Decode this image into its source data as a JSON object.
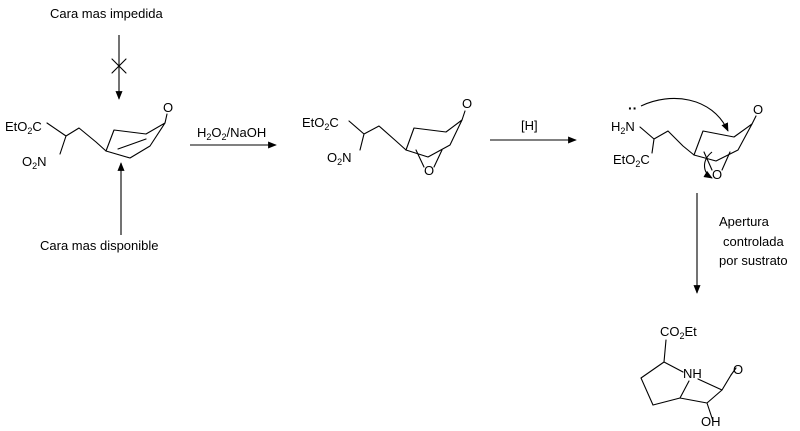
{
  "annotations": {
    "top_face": "Cara mas impedida",
    "bottom_face": "Cara mas disponible",
    "step3_line1": "Apertura",
    "step3_line2": "controlada",
    "step3_line3": "por sustrato"
  },
  "reagents": {
    "step1_a": "H",
    "step1_sub1": "2",
    "step1_b": "O",
    "step1_sub2": "2",
    "step1_c": "/NaOH",
    "step2": "[H]"
  },
  "atoms": {
    "ester_a": "EtO",
    "ester_sub": "2",
    "ester_b": "C",
    "nitro_a": "O",
    "nitro_sub": "2",
    "nitro_b": "N",
    "oxygen": "O",
    "amine_a": "H",
    "amine_sub": "2",
    "amine_b": "N",
    "amine_lone_pair": "··",
    "ester_rev_a": "CO",
    "ester_rev_sub": "2",
    "ester_rev_b": "Et",
    "nh": "NH",
    "oh": "OH"
  }
}
